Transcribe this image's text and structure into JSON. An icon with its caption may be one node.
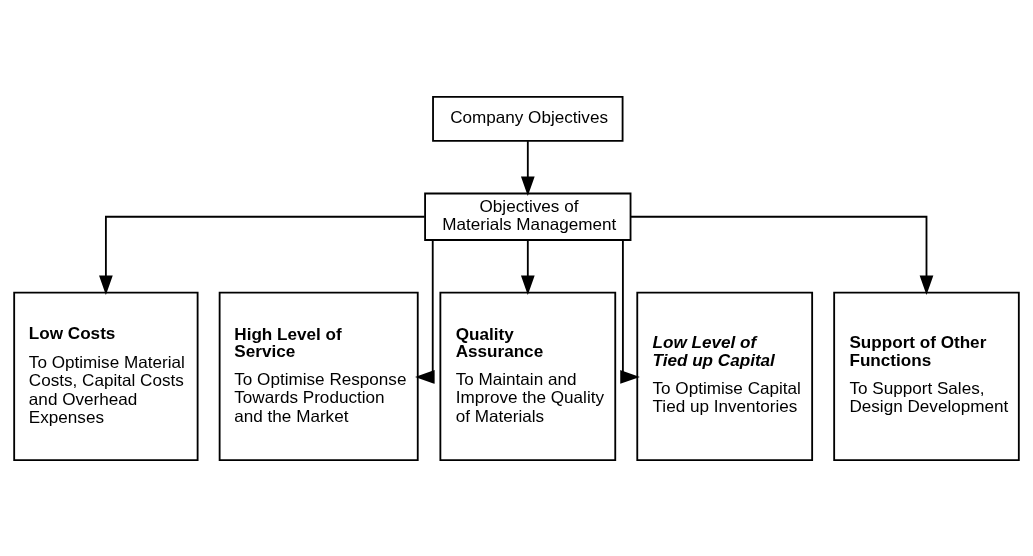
{
  "diagram": {
    "nodes": [
      {
        "text": [
          "Company Objectives"
        ]
      },
      {
        "text": [
          "Objectives of Materials Management"
        ]
      },
      {
        "text": [
          "Low Costs",
          "To Optimise Material Costs, Capital Costs and Overhead Expenses"
        ]
      },
      {
        "text": [
          "High Level of Service",
          "To Optimise Response Towards Production and the Market"
        ]
      },
      {
        "text": [
          "Quality Assurance",
          "To Maintain and Improve the Quality of Materials"
        ]
      },
      {
        "text": [
          "Low Level of Tied up Capital",
          "To Optimise Capital Tied up Inventories"
        ]
      },
      {
        "text": [
          "Support of Other Functions",
          "To Support Sales, Design Development"
        ]
      }
    ],
    "edges": [
      {
        "from": 0,
        "to": 1,
        "arrow": "to"
      },
      {
        "from": 1,
        "to": 2,
        "arrow": "to"
      },
      {
        "from": 1,
        "to": 3,
        "arrow": "to"
      },
      {
        "from": 1,
        "to": 4,
        "arrow": "to"
      },
      {
        "from": 1,
        "to": 5,
        "arrow": "to"
      },
      {
        "from": 1,
        "to": 6,
        "arrow": "to"
      }
    ]
  }
}
